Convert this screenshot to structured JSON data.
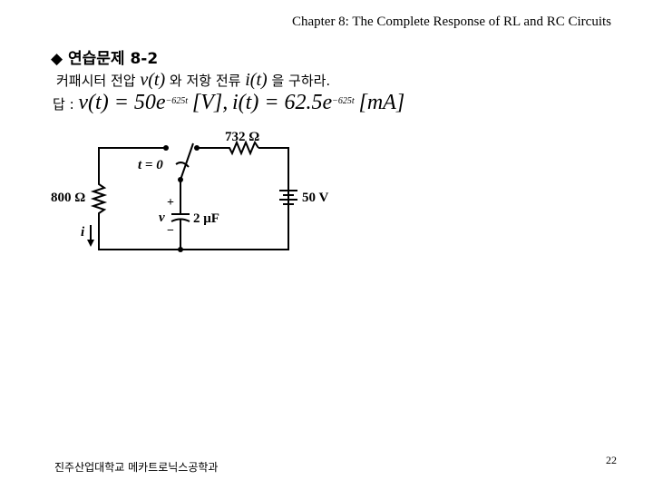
{
  "header": {
    "title": "Chapter 8: The Complete Response of RL and RC Circuits"
  },
  "problem": {
    "bullet_icon": "diamond-icon",
    "title": "연습문제 8-2",
    "question_part1": "커패시터 전압",
    "question_v": "v(t)",
    "question_part2": "와 저항 전류",
    "question_i": "i(t)",
    "question_part3": "을 구하라.",
    "answer_label": "답 :",
    "answer_v_lhs": "v(t) = 50e",
    "answer_v_exp": "−625t",
    "answer_v_unit": "[V],",
    "answer_i_lhs": "i(t) = 62.5e",
    "answer_i_exp": "−625t",
    "answer_i_unit": "[mA]"
  },
  "circuit": {
    "r1": "732 Ω",
    "r2": "800 Ω",
    "switch": "t = 0",
    "source": "50 V",
    "cap": "2 μF",
    "cap_voltage": "v",
    "plus": "+",
    "minus": "−",
    "current": "i"
  },
  "footer": {
    "institution": "진주산업대학교 메카트로닉스공학과",
    "page": "22"
  }
}
